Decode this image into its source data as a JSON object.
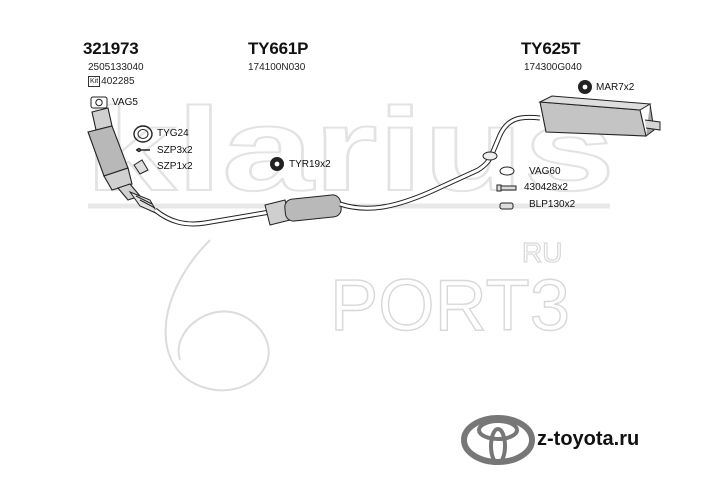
{
  "watermark": {
    "brand": "klarius",
    "ru": "RU",
    "port": "PORT3"
  },
  "groups": [
    {
      "part_number": "321973",
      "oem": "2505133040",
      "kit_tag": "Kit",
      "kit_number": "402285"
    },
    {
      "part_number": "TY661P",
      "oem": "174100N030"
    },
    {
      "part_number": "TY625T",
      "oem": "174300G040"
    }
  ],
  "labels": {
    "vag5": "VAG5",
    "tyg24": "TYG24",
    "szp3": "SZP3x2",
    "szp1": "SZP1x2",
    "tyr19": "TYR19x2",
    "mar7": "MAR7x2",
    "vag60": "VAG60",
    "bolt": "430428x2",
    "blp130": "BLP130x2"
  },
  "footer": {
    "site": "z-toyota.ru"
  },
  "colors": {
    "watermark": "#e6e6e6",
    "ink": "#111111",
    "part_fill": "#bdbdbd"
  }
}
